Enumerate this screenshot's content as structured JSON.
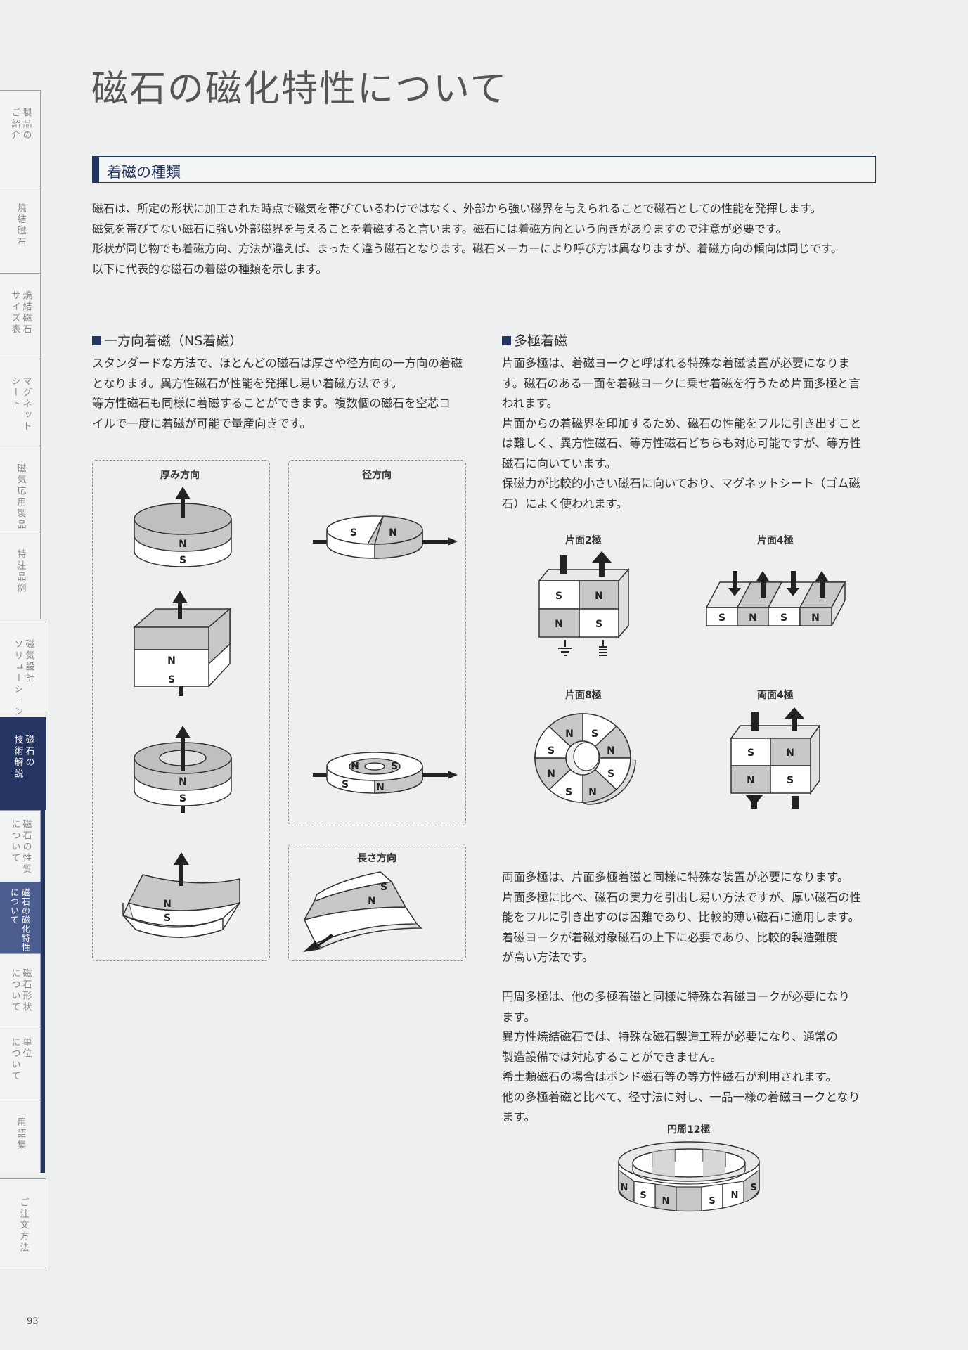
{
  "page_title": "磁石の磁化特性について",
  "section_title": "着磁の種類",
  "intro": [
    "磁石は、所定の形状に加工された時点で磁気を帯びているわけではなく、外部から強い磁界を与えられることで磁石としての性能を発揮します。",
    "磁気を帯びてない磁石に強い外部磁界を与えることを着磁すると言います。磁石には着磁方向という向きがありますので注意が必要です。",
    "形状が同じ物でも着磁方向、方法が違えば、まったく違う磁石となります。磁石メーカーにより呼び方は異なりますが、着磁方向の傾向は同じです。",
    "以下に代表的な磁石の着磁の種類を示します。"
  ],
  "sidebar": [
    {
      "label": "製品の\nご紹介"
    },
    {
      "label": "焼結磁石"
    },
    {
      "label": "焼結磁石\nサイズ表"
    },
    {
      "label": "マグネット\nシート"
    },
    {
      "label": "磁気応用製品"
    },
    {
      "label": "特注品例"
    },
    {
      "label": "磁気設計\nソリューション"
    },
    {
      "label": "磁石の\n技術解説"
    },
    {
      "label": "磁石の性質\nについて"
    },
    {
      "label": "磁石の磁化特性\nについて"
    },
    {
      "label": "磁石形状\nについて"
    },
    {
      "label": "単位\nについて"
    },
    {
      "label": "用語集"
    },
    {
      "label": "ご注文方法"
    }
  ],
  "one_direction": {
    "heading": "一方向着磁（NS着磁）",
    "text": [
      "スタンダードな方法で、ほとんどの磁石は厚さや径方向の一方向の着磁",
      "となります。異方性磁石が性能を発揮し易い着磁方法です。",
      "等方性磁石も同様に着磁することができます。複数個の磁石を空芯コ",
      "イルで一度に着磁が可能で量産向きです。"
    ],
    "label_thickness": "厚み方向",
    "label_radial": "径方向",
    "label_length": "長さ方向"
  },
  "multi_pole": {
    "heading": "多極着磁",
    "text": [
      "片面多極は、着磁ヨークと呼ばれる特殊な着磁装置が必要になりま",
      "す。磁石のある一面を着磁ヨークに乗せ着磁を行うため片面多極と言",
      "われます。",
      "片面からの着磁界を印加するため、磁石の性能をフルに引き出すこと",
      "は難しく、異方性磁石、等方性磁石どちらも対応可能ですが、等方性",
      "磁石に向いています。",
      "保磁力が比較的小さい磁石に向いており、マグネットシート（ゴム磁",
      "石）によく使われます。"
    ],
    "label_2pole": "片面2極",
    "label_4pole": "片面4極",
    "label_8pole": "片面8極",
    "label_both4": "両面4極",
    "text2": [
      "両面多極は、片面多極着磁と同様に特殊な装置が必要になります。",
      "片面多極に比べ、磁石の実力を引出し易い方法ですが、厚い磁石の性",
      "能をフルに引き出すのは困難であり、比較的薄い磁石に適用します。",
      "着磁ヨークが着磁対象磁石の上下に必要であり、比較的製造難度",
      "が高い方法です。"
    ],
    "text3": [
      "円周多極は、他の多極着磁と同様に特殊な着磁ヨークが必要になり",
      "ます。",
      "異方性焼結磁石では、特殊な磁石製造工程が必要になり、通常の",
      "製造設備では対応することができません。",
      "希土類磁石の場合はボンド磁石等の等方性磁石が利用されます。",
      "他の多極着磁と比べて、径寸法に対し、一品一様の着磁ヨークとなり",
      "ます。"
    ],
    "label_12pole": "円周12極"
  },
  "pole_n": "N",
  "pole_s": "S",
  "page_number": "93"
}
